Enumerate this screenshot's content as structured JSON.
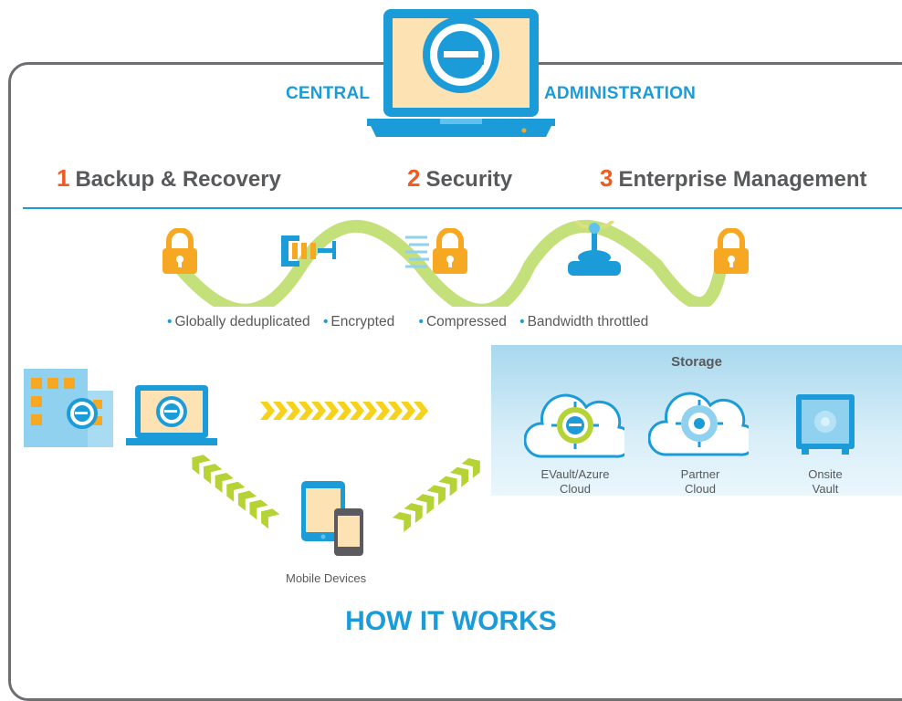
{
  "header": {
    "left_label": "CENTRAL",
    "right_label": "ADMINISTRATION"
  },
  "pillars": [
    {
      "number": "1",
      "label": "Backup & Recovery"
    },
    {
      "number": "2",
      "label": "Security"
    },
    {
      "number": "3",
      "label": "Enterprise Management"
    }
  ],
  "features": [
    "Globally deduplicated",
    "Encrypted",
    "Compressed",
    "Bandwidth throttled"
  ],
  "storage": {
    "title": "Storage",
    "targets": [
      {
        "line1": "EVault/Azure",
        "line2": "Cloud"
      },
      {
        "line1": "Partner",
        "line2": "Cloud"
      },
      {
        "line1": "Onsite",
        "line2": "Vault"
      }
    ]
  },
  "sources": {
    "mobile_label": "Mobile Devices"
  },
  "footer": {
    "title": "HOW IT WORKS"
  },
  "colors": {
    "blue": "#1b9cd8",
    "orange": "#f15a22",
    "gray": "#58595b",
    "lock": "#f7a823",
    "arrow_green": "#b5d334",
    "arrow_yellow": "#f2e21a"
  }
}
